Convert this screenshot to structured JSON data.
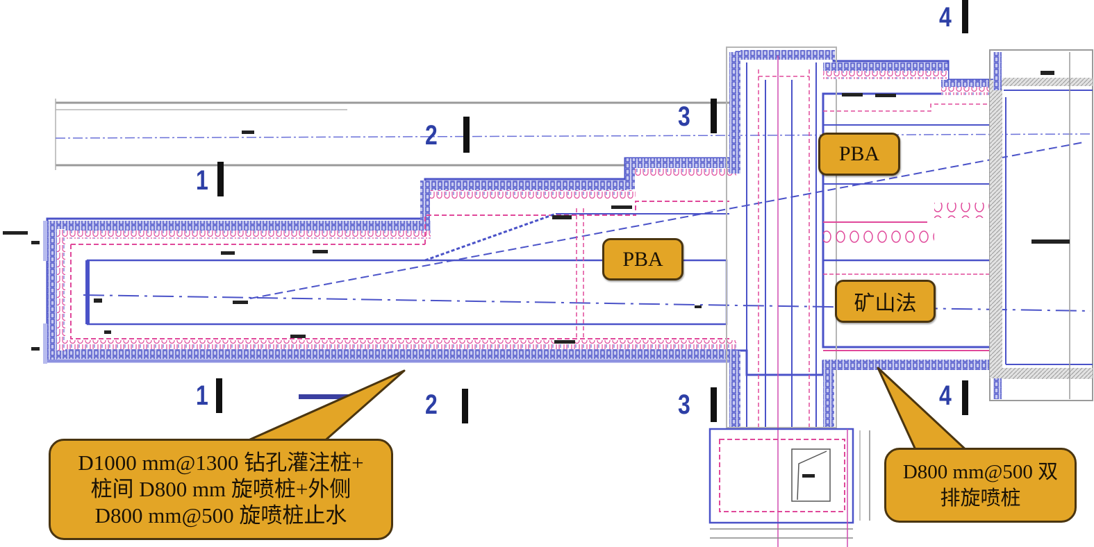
{
  "diagram": {
    "type": "station-plan",
    "section_markers": [
      {
        "id": "1",
        "label": "1"
      },
      {
        "id": "2",
        "label": "2"
      },
      {
        "id": "3",
        "label": "3"
      },
      {
        "id": "4",
        "label": "4"
      }
    ],
    "region_labels": {
      "pba_left": "PBA",
      "pba_right": "PBA",
      "mining": "矿山法"
    },
    "callouts": {
      "left": {
        "lines": [
          "D1000 mm@1300 钻孔灌注桩+",
          "桩间 D800 mm 旋喷桩+外侧",
          "D800 mm@500 旋喷桩止水"
        ]
      },
      "right": {
        "lines": [
          "D800 mm@500 双",
          "排旋喷桩"
        ]
      }
    },
    "colors": {
      "pile_blue": "#4a52c8",
      "wall_pink": "#e0489a",
      "section_blue": "#2d3fa6",
      "callout_fill": "#e3a526",
      "callout_border": "#4a3510",
      "grey_line": "#9a9a9a"
    }
  }
}
